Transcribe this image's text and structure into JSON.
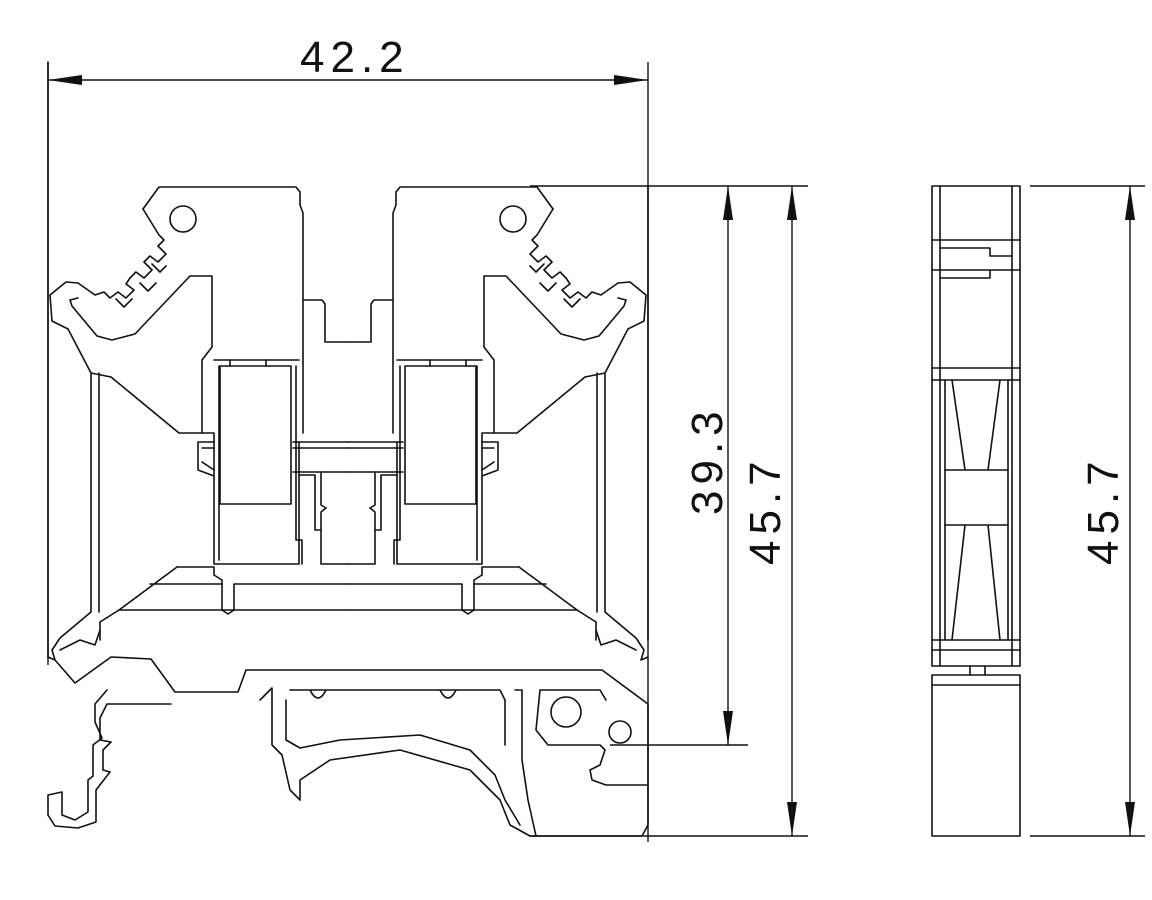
{
  "drawing": {
    "dimensions": {
      "overall_width": "42.2",
      "inner_height": "39.3",
      "overall_height_front": "45.7",
      "overall_height_side": "45.7"
    },
    "colors": {
      "line": "#111111",
      "background": "#ffffff"
    }
  }
}
